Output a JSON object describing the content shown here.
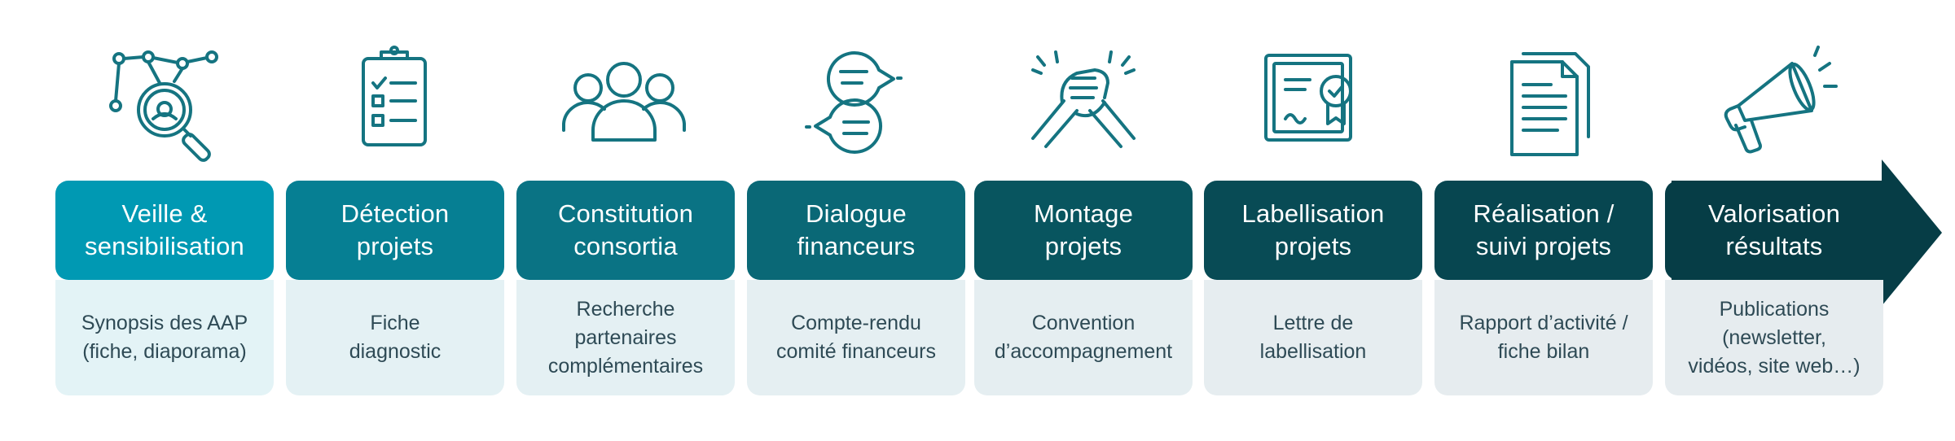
{
  "colors": {
    "icon_stroke": "#157481",
    "step_1": "#0099b3",
    "step_2": "#067f93",
    "step_3": "#0a7384",
    "step_4": "#0a6876",
    "step_5": "#08555f",
    "step_6": "#084b55",
    "step_7": "#074650",
    "step_8": "#063d46",
    "desc_light": "#e3f3f6",
    "desc_dark": "#e6ecef"
  },
  "steps": [
    {
      "icon": "magnifier-network-icon",
      "title": "Veille &\nsensibilisation",
      "desc": "Synopsis des AAP\n(fiche, diaporama)"
    },
    {
      "icon": "clipboard-checklist-icon",
      "title": "Détection\nprojets",
      "desc": "Fiche\ndiagnostic"
    },
    {
      "icon": "people-group-icon",
      "title": "Constitution\nconsortia",
      "desc": "Recherche\npartenaires\ncomplémentaires"
    },
    {
      "icon": "chat-bubbles-icon",
      "title": "Dialogue\nfinanceurs",
      "desc": "Compte-rendu\ncomité financeurs"
    },
    {
      "icon": "handshake-icon",
      "title": "Montage\nprojets",
      "desc": "Convention\nd’accompagnement"
    },
    {
      "icon": "certificate-icon",
      "title": "Labellisation\nprojets",
      "desc": "Lettre de\nlabellisation"
    },
    {
      "icon": "document-stack-icon",
      "title": "Réalisation /\nsuivi projets",
      "desc": "Rapport d’activité /\nfiche bilan"
    },
    {
      "icon": "megaphone-icon",
      "title": "Valorisation\nrésultats",
      "desc": "Publications\n(newsletter,\nvidéos, site web…)"
    }
  ]
}
